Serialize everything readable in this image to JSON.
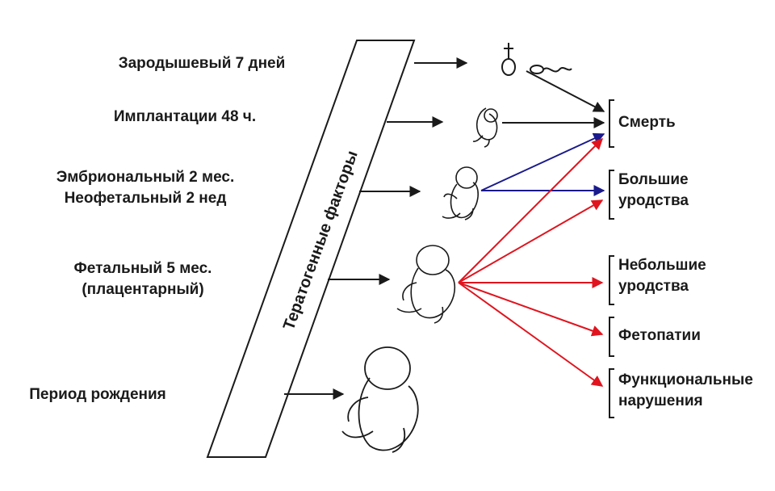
{
  "stages": [
    {
      "line1": "Зародышевый 7 дней"
    },
    {
      "line1": "Имплантации 48 ч."
    },
    {
      "line1": "Эмбриональный 2 мес.",
      "line2": "Неофетальный 2 нед"
    },
    {
      "line1": "Фетальный 5 мес.",
      "line2": "(плацентарный)"
    },
    {
      "line1": "Период рождения"
    }
  ],
  "factor_label": "Тератогенные факторы",
  "outcomes": [
    {
      "line1": "Смерть"
    },
    {
      "line1": "Большие",
      "line2": "уродства"
    },
    {
      "line1": "Небольшие",
      "line2": "уродства"
    },
    {
      "line1": "Фетопатии"
    },
    {
      "line1": "Функциональные",
      "line2": "нарушения"
    }
  ],
  "colors": {
    "ink": "#1a1a1a",
    "blue_arrow": "#1a1a8c",
    "red_arrow": "#e0141e"
  },
  "icons": [
    "gamete-symbol-icon",
    "embryo-icon",
    "fetus-icon"
  ]
}
